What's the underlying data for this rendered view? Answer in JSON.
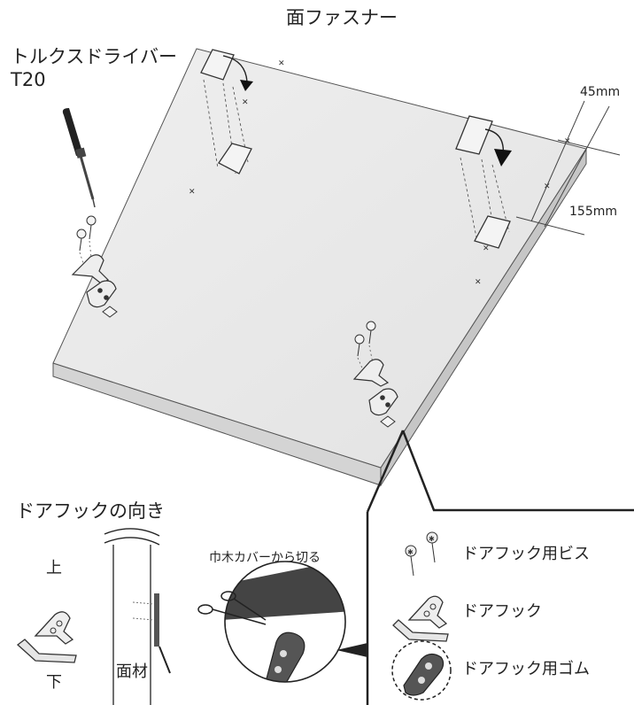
{
  "labels": {
    "surface_fastener": "面ファスナー",
    "driver_line1": "トルクスドライバー",
    "driver_line2": "T20",
    "dim_45": "45mm",
    "dim_155": "155mm",
    "hook_orientation": "ドアフックの向き",
    "top": "上",
    "bottom": "下",
    "panel_material": "面材",
    "cut_instruction": "巾木カバーから切る"
  },
  "legend": {
    "items": [
      {
        "label": "ドアフック用ビス",
        "icon": "screws-icon"
      },
      {
        "label": "ドアフック",
        "icon": "door-hook-icon"
      },
      {
        "label": "ドアフック用ゴム",
        "icon": "rubber-pad-icon"
      }
    ]
  }
}
